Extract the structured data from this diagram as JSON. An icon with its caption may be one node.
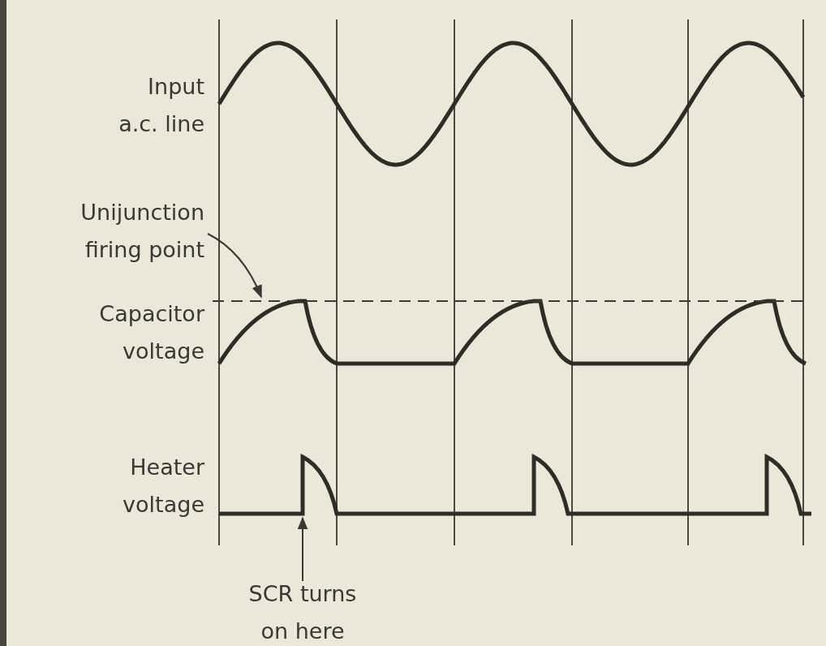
{
  "diagram": {
    "nodes": [
      {
        "text": [
          "Unijunction firing point"
        ]
      },
      {
        "text": [],
        "shape": "line"
      },
      {
        "text": [
          "SCR turns on here"
        ]
      },
      {
        "text": [],
        "shape": "line"
      }
    ],
    "edges": [
      {
        "from": 0,
        "to": 1,
        "arrow": "to"
      },
      {
        "from": 2,
        "to": 3,
        "arrow": "to"
      }
    ],
    "labels": [
      "Input a.c. line",
      "Capacitor voltage",
      "Heater voltage"
    ]
  }
}
